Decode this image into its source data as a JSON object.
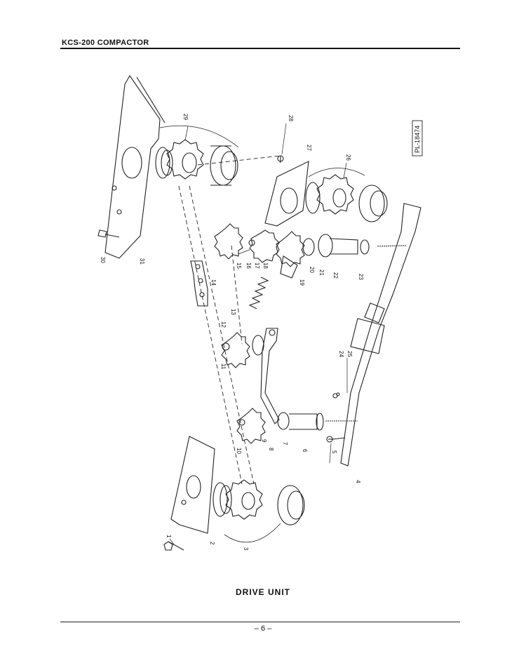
{
  "header": {
    "title": "KCS-200 COMPACTOR"
  },
  "figure": {
    "caption": "DRIVE UNIT",
    "drawing_number": "PL-18474",
    "callouts": {
      "c1": "1",
      "c2": "2",
      "c3": "3",
      "c4": "4",
      "c5": "5",
      "c6": "6",
      "c7": "7",
      "c8": "8",
      "c9": "9",
      "c10": "10",
      "c11": "11",
      "c12": "12",
      "c13": "13",
      "c14": "14",
      "c15": "15",
      "c16": "16",
      "c17": "17",
      "c18": "18",
      "c19": "19",
      "c20": "20",
      "c21": "21",
      "c22": "22",
      "c23": "23",
      "c24": "24",
      "c25": "25",
      "c26": "26",
      "c27": "27",
      "c28": "28",
      "c29": "29",
      "c30": "30",
      "c31": "31"
    }
  },
  "footer": {
    "page_number": "– 6 –"
  }
}
